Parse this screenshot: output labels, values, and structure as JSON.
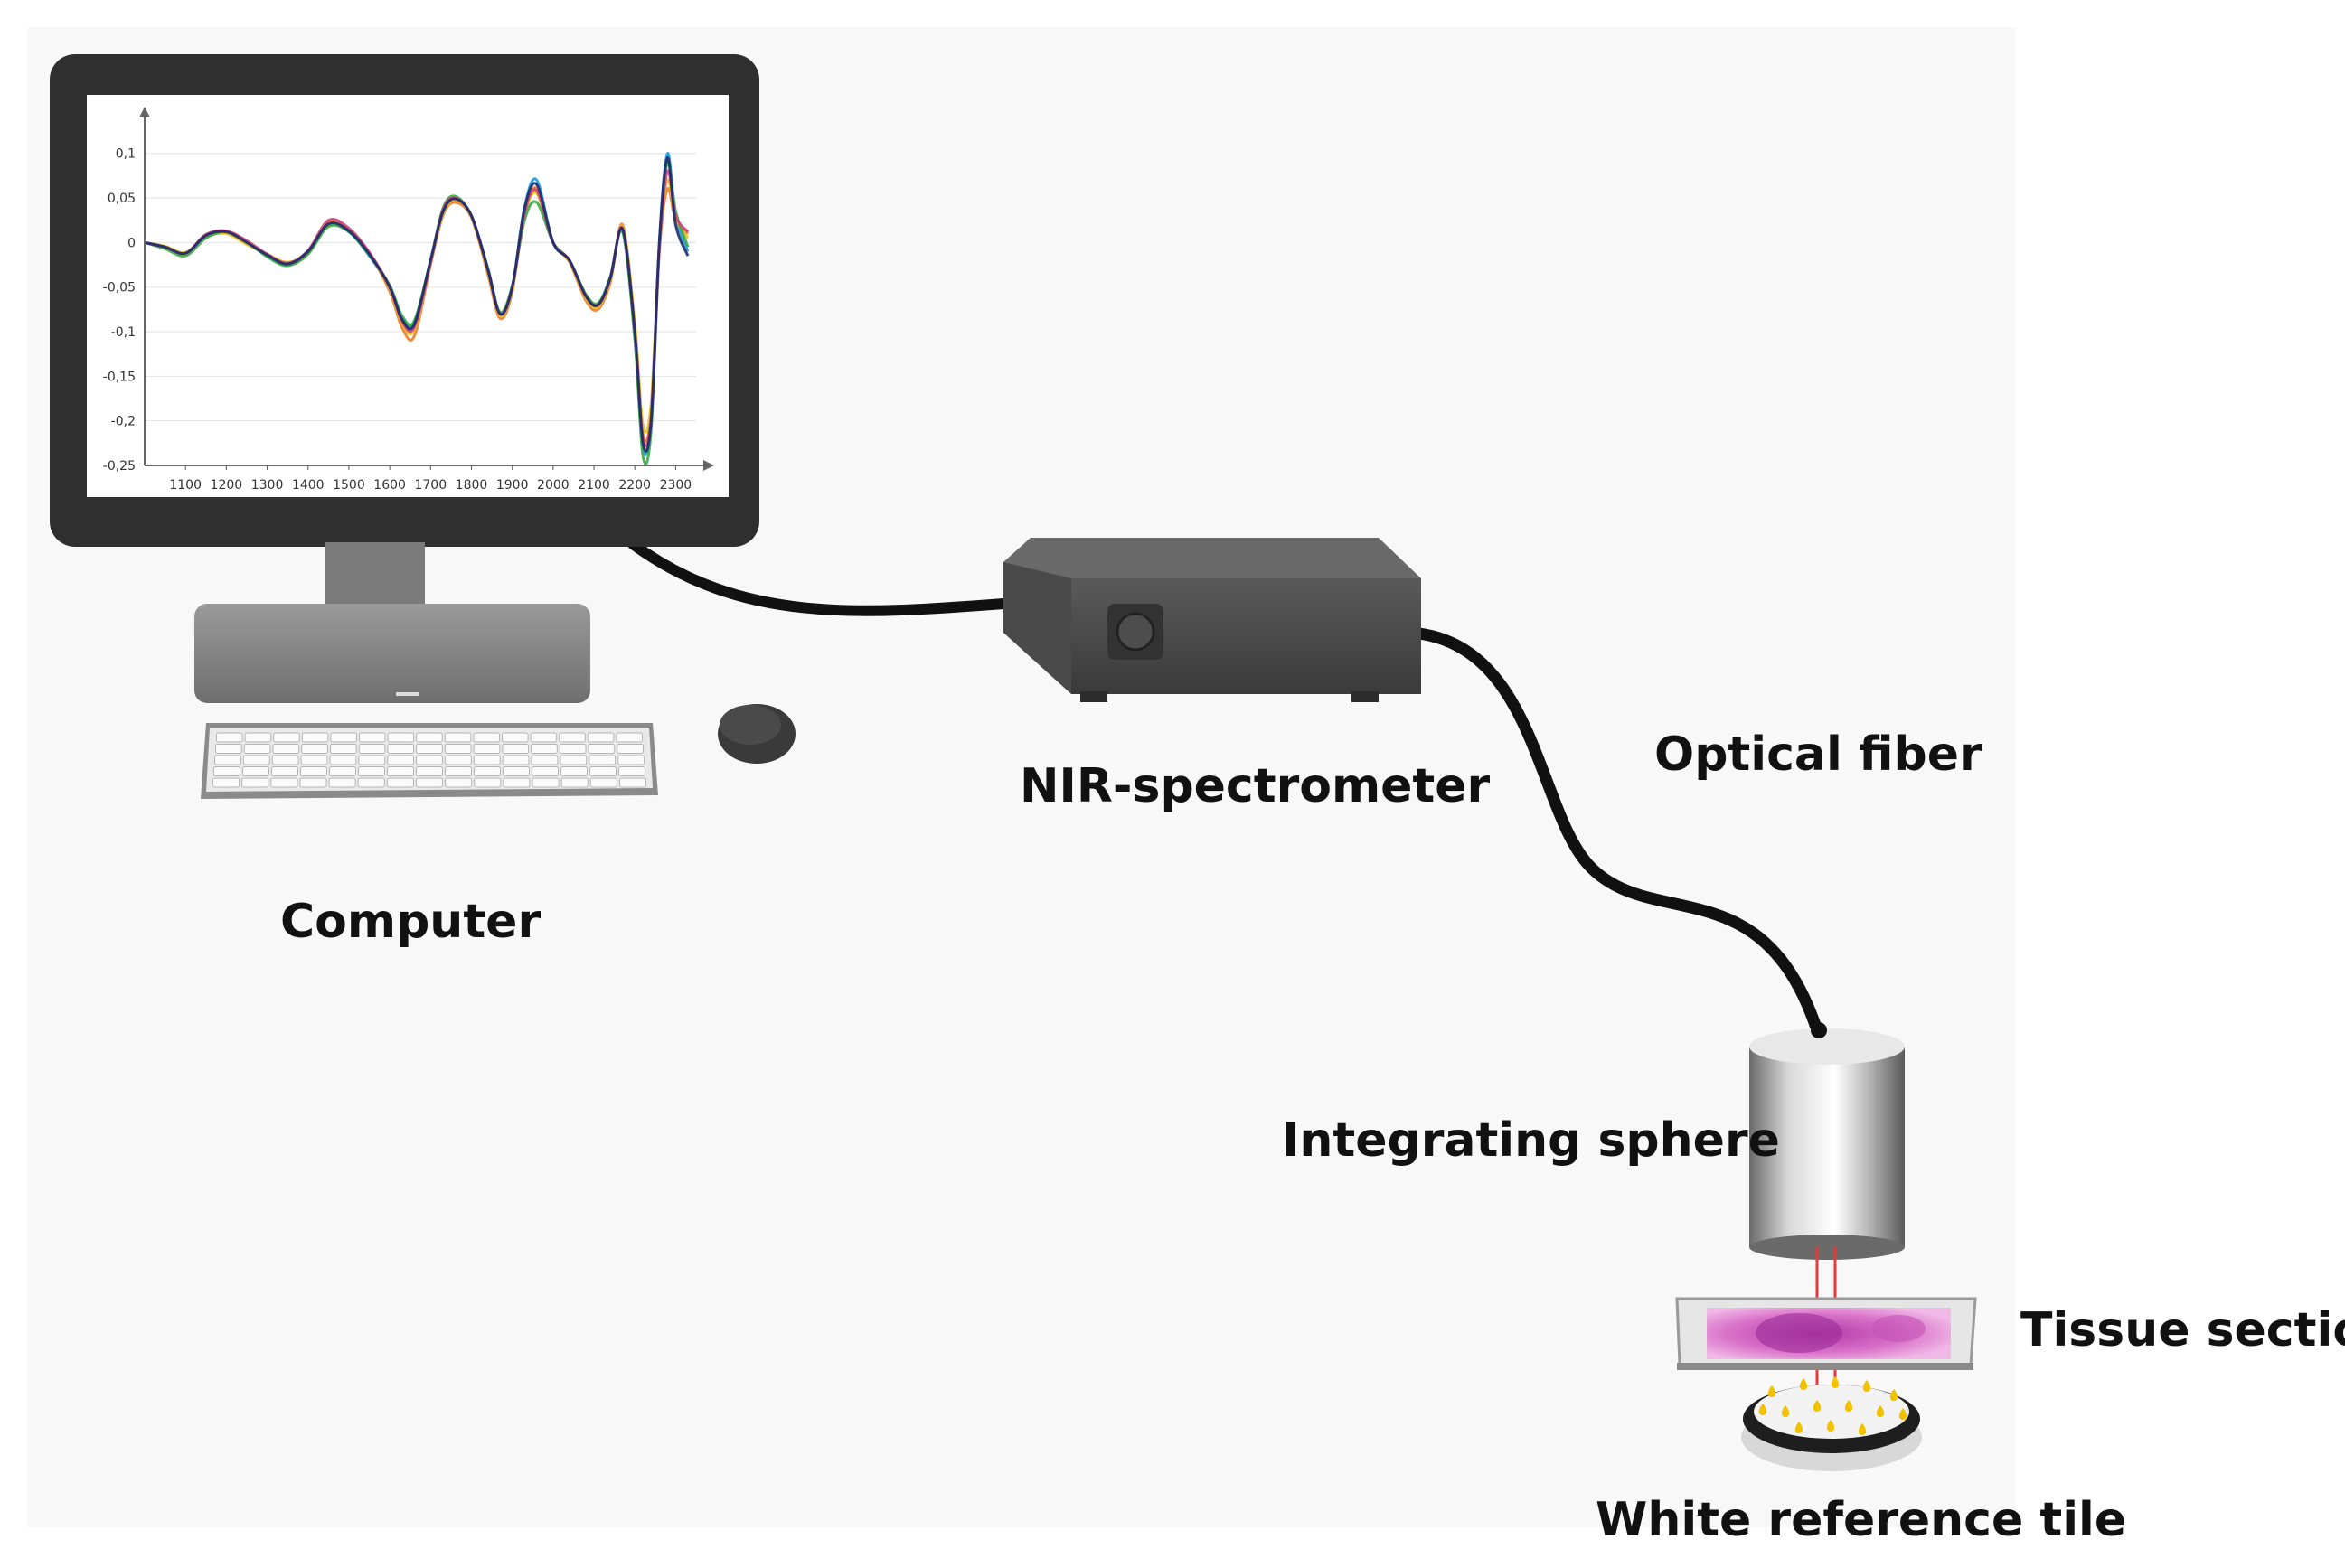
{
  "labels": {
    "computer": "Computer",
    "spectrometer": "NIR-spectrometer",
    "fiber": "Optical fiber",
    "sphere": "Integrating sphere",
    "tissue": "Tissue section",
    "tile": "White reference tile"
  },
  "chart_data": {
    "type": "line",
    "title": "",
    "xlabel": "",
    "ylabel": "",
    "xlim": [
      1000,
      2350
    ],
    "ylim": [
      -0.25,
      0.12
    ],
    "xticks": [
      "1100",
      "1200",
      "1300",
      "1400",
      "1500",
      "1600",
      "1700",
      "1800",
      "1900",
      "2000",
      "2100",
      "2200",
      "2300"
    ],
    "yticks": [
      "0,1",
      "0,05",
      "0",
      "-0,05",
      "-0,1",
      "-0,15",
      "-0,2",
      "-0,25"
    ],
    "grid": true,
    "x": [
      1000,
      1050,
      1100,
      1150,
      1200,
      1250,
      1300,
      1350,
      1400,
      1450,
      1500,
      1550,
      1600,
      1630,
      1660,
      1700,
      1730,
      1760,
      1800,
      1840,
      1870,
      1900,
      1930,
      1960,
      2000,
      2040,
      2080,
      2110,
      2140,
      2170,
      2200,
      2220,
      2240,
      2260,
      2280,
      2300,
      2330
    ],
    "series": [
      {
        "color": "#1f9de0",
        "values": [
          0.0,
          -0.005,
          -0.012,
          0.008,
          0.012,
          0.0,
          -0.015,
          -0.025,
          -0.01,
          0.02,
          0.012,
          -0.015,
          -0.05,
          -0.085,
          -0.09,
          -0.02,
          0.035,
          0.05,
          0.03,
          -0.03,
          -0.08,
          -0.05,
          0.04,
          0.07,
          0.0,
          -0.02,
          -0.06,
          -0.07,
          -0.04,
          0.015,
          -0.1,
          -0.23,
          -0.2,
          0.0,
          0.1,
          0.03,
          -0.01
        ]
      },
      {
        "color": "#f07a2a",
        "values": [
          0.0,
          -0.006,
          -0.013,
          0.007,
          0.011,
          -0.001,
          -0.014,
          -0.024,
          -0.012,
          0.022,
          0.014,
          -0.012,
          -0.055,
          -0.095,
          -0.105,
          -0.025,
          0.03,
          0.045,
          0.028,
          -0.035,
          -0.085,
          -0.055,
          0.035,
          0.06,
          0.0,
          -0.022,
          -0.065,
          -0.075,
          -0.045,
          0.02,
          -0.095,
          -0.215,
          -0.19,
          -0.01,
          0.06,
          0.025,
          0.01
        ]
      },
      {
        "color": "#e6c21a",
        "values": [
          0.0,
          -0.004,
          -0.011,
          0.006,
          0.01,
          -0.002,
          -0.013,
          -0.022,
          -0.011,
          0.02,
          0.013,
          -0.013,
          -0.052,
          -0.09,
          -0.098,
          -0.022,
          0.032,
          0.048,
          0.029,
          -0.032,
          -0.082,
          -0.052,
          0.03,
          0.055,
          0.0,
          -0.021,
          -0.062,
          -0.072,
          -0.042,
          0.018,
          -0.09,
          -0.205,
          -0.18,
          -0.005,
          0.07,
          0.028,
          0.005
        ]
      },
      {
        "color": "#3aa845",
        "values": [
          0.0,
          -0.007,
          -0.015,
          0.005,
          0.012,
          0.001,
          -0.016,
          -0.026,
          -0.013,
          0.018,
          0.012,
          -0.014,
          -0.048,
          -0.082,
          -0.088,
          -0.02,
          0.038,
          0.052,
          0.03,
          -0.028,
          -0.078,
          -0.048,
          0.025,
          0.045,
          0.0,
          -0.02,
          -0.058,
          -0.068,
          -0.038,
          0.012,
          -0.11,
          -0.24,
          -0.21,
          -0.005,
          0.09,
          0.035,
          -0.005
        ]
      },
      {
        "color": "#d2407a",
        "values": [
          0.0,
          -0.005,
          -0.012,
          0.009,
          0.013,
          0.002,
          -0.013,
          -0.023,
          -0.009,
          0.025,
          0.016,
          -0.011,
          -0.05,
          -0.088,
          -0.095,
          -0.022,
          0.036,
          0.05,
          0.03,
          -0.03,
          -0.08,
          -0.05,
          0.033,
          0.058,
          0.0,
          -0.02,
          -0.06,
          -0.07,
          -0.04,
          0.016,
          -0.1,
          -0.22,
          -0.195,
          -0.008,
          0.08,
          0.03,
          0.012
        ]
      },
      {
        "color": "#1c2a6e",
        "values": [
          0.0,
          -0.005,
          -0.012,
          0.008,
          0.012,
          0.0,
          -0.014,
          -0.024,
          -0.01,
          0.021,
          0.013,
          -0.013,
          -0.05,
          -0.086,
          -0.092,
          -0.02,
          0.034,
          0.049,
          0.03,
          -0.03,
          -0.08,
          -0.05,
          0.038,
          0.065,
          0.0,
          -0.02,
          -0.06,
          -0.07,
          -0.04,
          0.015,
          -0.1,
          -0.225,
          -0.2,
          0.0,
          0.095,
          0.02,
          -0.015
        ]
      }
    ]
  }
}
